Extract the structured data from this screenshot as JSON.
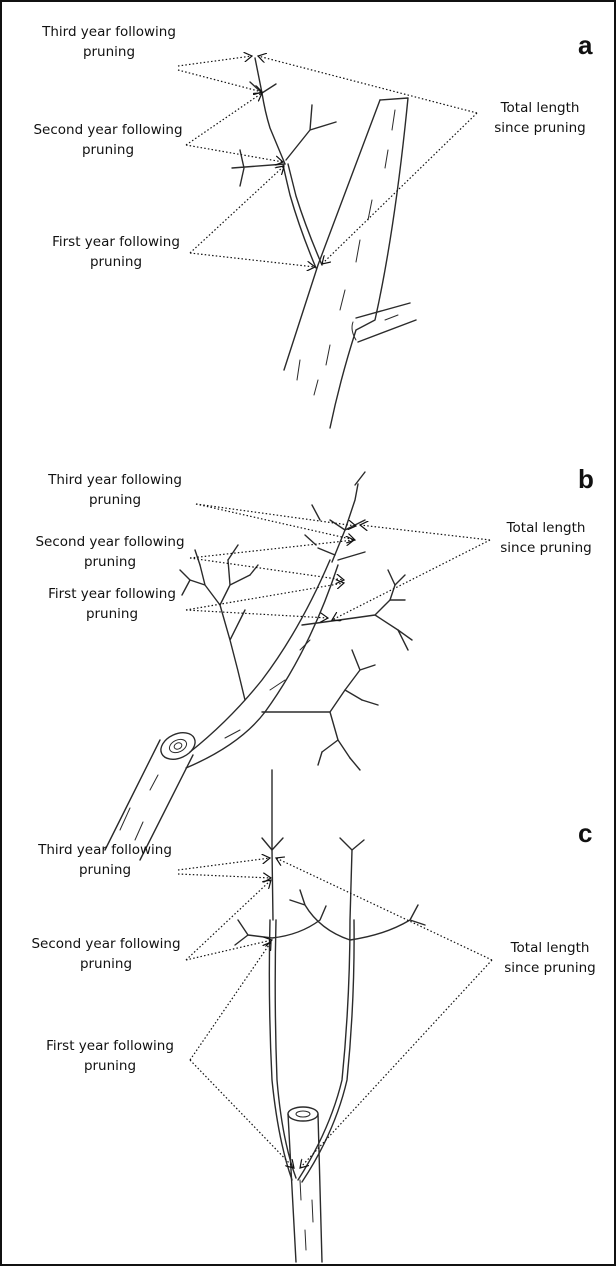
{
  "panels": [
    {
      "letter": "a",
      "labels": {
        "third": "Third year following\npruning",
        "second": "Second year following\npruning",
        "first": "First year following\npruning",
        "total": "Total length\nsince pruning"
      }
    },
    {
      "letter": "b",
      "labels": {
        "third": "Third year following\npruning",
        "second": "Second year following\npruning",
        "first": "First year following\npruning",
        "total": "Total length\nsince pruning"
      }
    },
    {
      "letter": "c",
      "labels": {
        "third": "Third year following\npruning",
        "second": "Second year following\npruning",
        "first": "First year following\npruning",
        "total": "Total length\nsince pruning"
      }
    }
  ]
}
